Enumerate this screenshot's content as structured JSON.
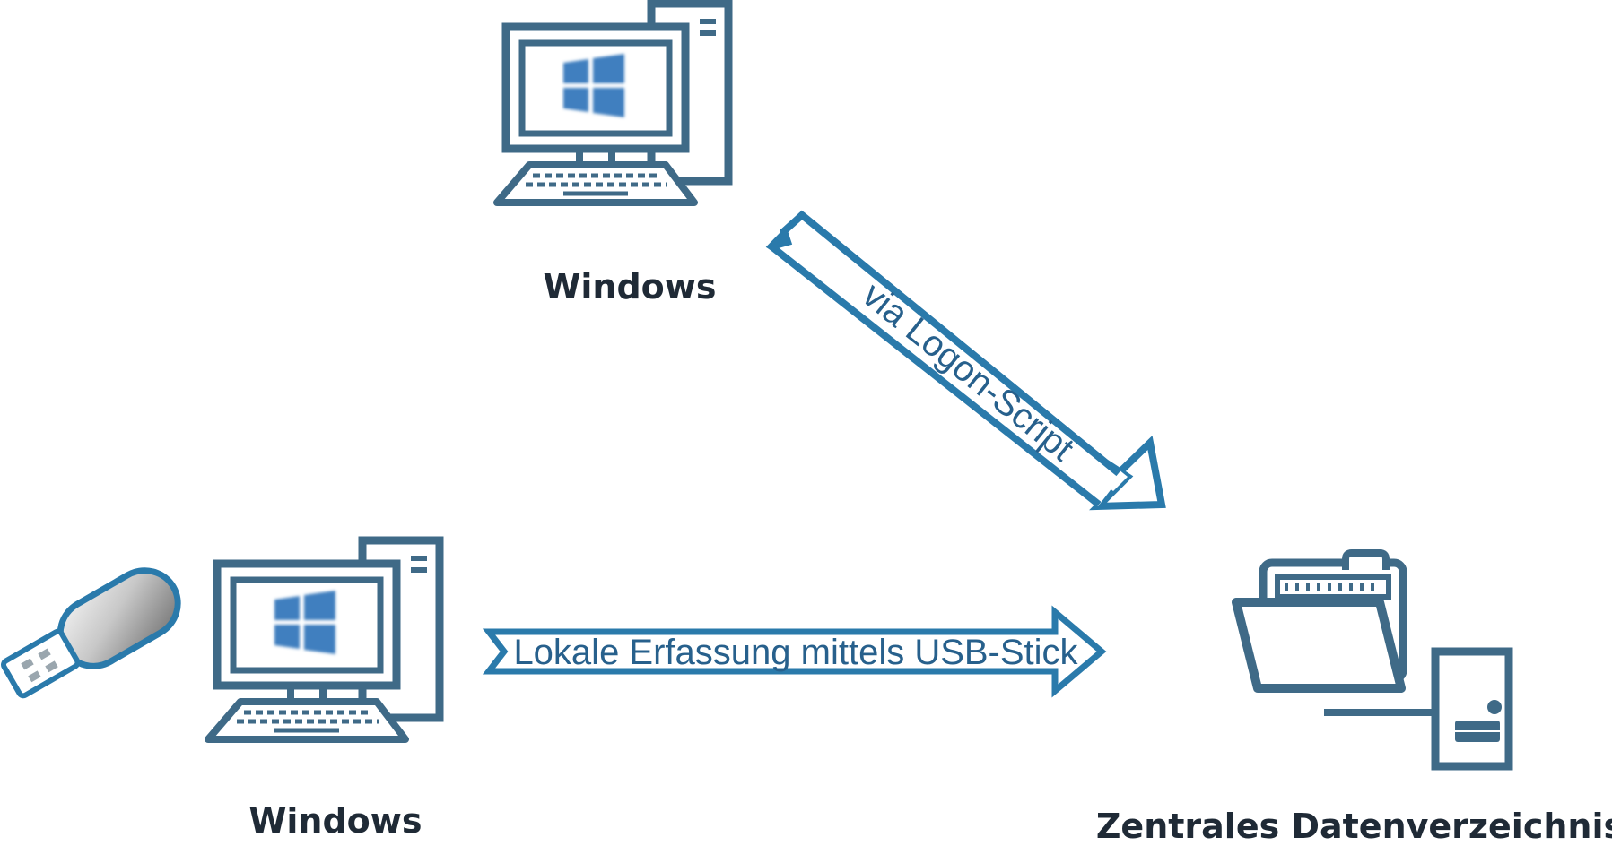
{
  "nodes": {
    "top_computer": {
      "label": "Windows"
    },
    "bottom_computer": {
      "label": "Windows"
    },
    "central_store": {
      "label": "Zentrales Datenverzeichnis"
    }
  },
  "arrows": {
    "logon_script": {
      "label": "via Logon-Script"
    },
    "usb_local": {
      "label": "Lokale Erfassung mittels USB-Stick"
    }
  },
  "colors": {
    "device_stroke": "#3f6a87",
    "arrow_stroke": "#2a7aab",
    "windows_logo": "#3f7fbf",
    "label_text": "#1f2a36"
  },
  "icons": {
    "computer": "desktop-computer-icon",
    "usb": "usb-stick-icon",
    "folder": "folder-icon",
    "server": "server-tower-icon"
  }
}
